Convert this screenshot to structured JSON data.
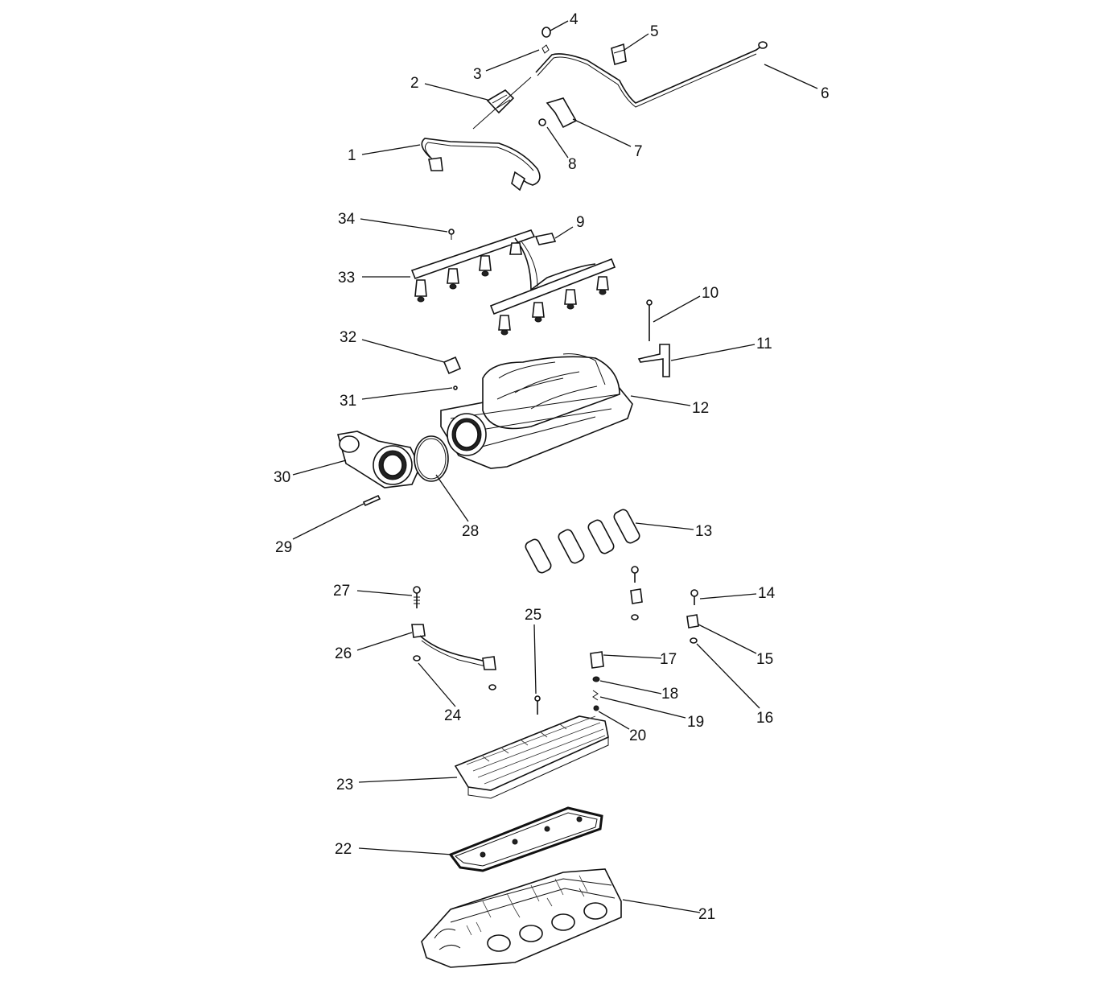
{
  "diagram": {
    "callouts": [
      {
        "id": "1",
        "text": "1"
      },
      {
        "id": "2",
        "text": "2"
      },
      {
        "id": "3",
        "text": "3"
      },
      {
        "id": "4",
        "text": "4"
      },
      {
        "id": "5",
        "text": "5"
      },
      {
        "id": "6",
        "text": "6"
      },
      {
        "id": "7",
        "text": "7"
      },
      {
        "id": "8",
        "text": "8"
      },
      {
        "id": "9",
        "text": "9"
      },
      {
        "id": "10",
        "text": "10"
      },
      {
        "id": "11",
        "text": "11"
      },
      {
        "id": "12",
        "text": "12"
      },
      {
        "id": "13",
        "text": "13"
      },
      {
        "id": "14",
        "text": "14"
      },
      {
        "id": "15",
        "text": "15"
      },
      {
        "id": "16",
        "text": "16"
      },
      {
        "id": "17",
        "text": "17"
      },
      {
        "id": "18",
        "text": "18"
      },
      {
        "id": "19",
        "text": "19"
      },
      {
        "id": "20",
        "text": "20"
      },
      {
        "id": "21",
        "text": "21"
      },
      {
        "id": "22",
        "text": "22"
      },
      {
        "id": "23",
        "text": "23"
      },
      {
        "id": "24",
        "text": "24"
      },
      {
        "id": "25",
        "text": "25"
      },
      {
        "id": "26",
        "text": "26"
      },
      {
        "id": "27",
        "text": "27"
      },
      {
        "id": "28",
        "text": "28"
      },
      {
        "id": "29",
        "text": "29"
      },
      {
        "id": "30",
        "text": "30"
      },
      {
        "id": "31",
        "text": "31"
      },
      {
        "id": "32",
        "text": "32"
      },
      {
        "id": "33",
        "text": "33"
      },
      {
        "id": "34",
        "text": "34"
      }
    ]
  }
}
